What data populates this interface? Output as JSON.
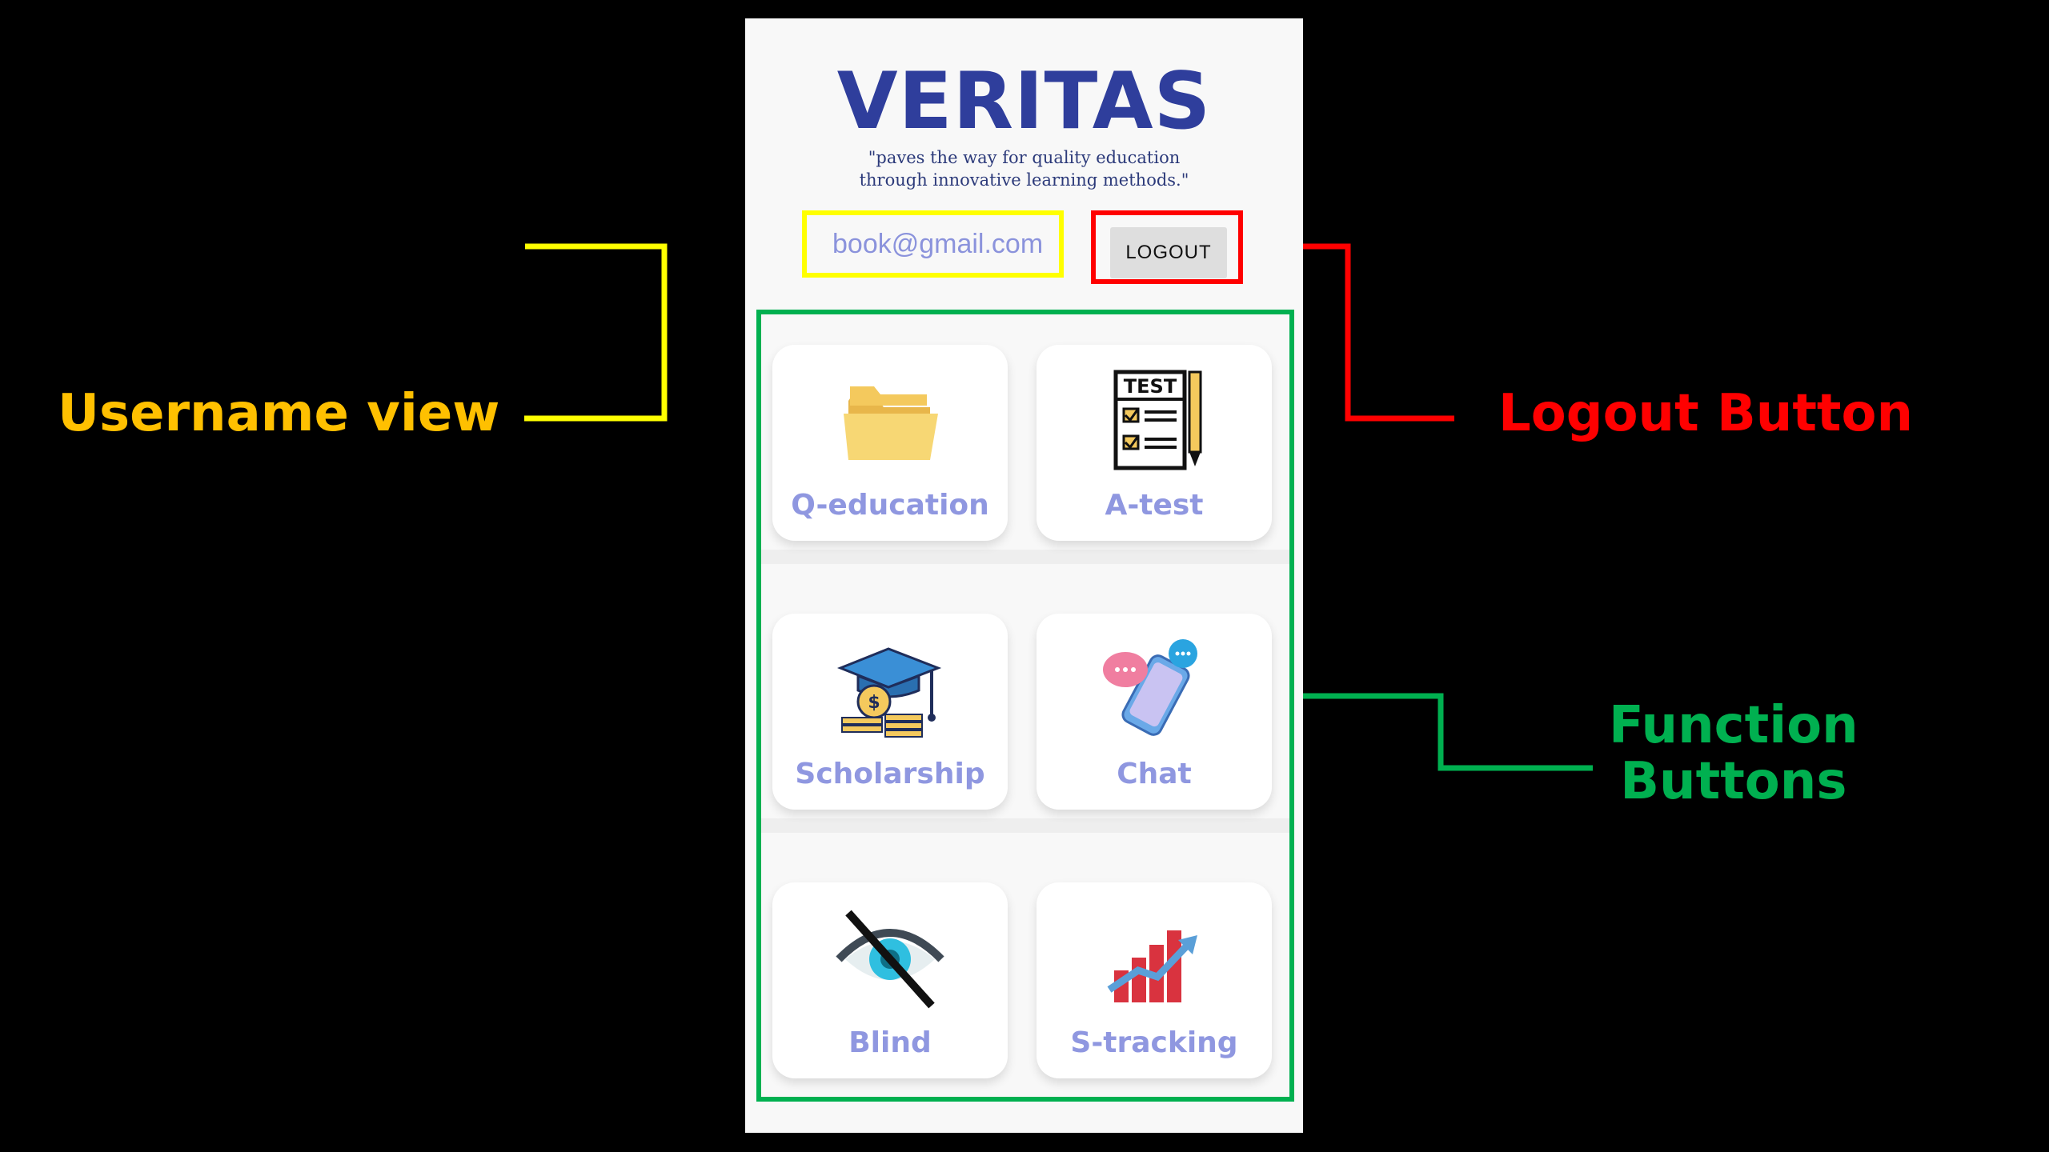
{
  "app": {
    "logo": "VERITAS",
    "tagline_line1": "\"paves the way for quality education",
    "tagline_line2": "through innovative learning methods.\""
  },
  "user": {
    "username": "book@gmail.com",
    "logout_label": "LOGOUT"
  },
  "functions": [
    {
      "label": "Q-education",
      "icon": "folder-icon"
    },
    {
      "label": "A-test",
      "icon": "test-checklist-icon"
    },
    {
      "label": "Scholarship",
      "icon": "graduation-cap-coin-icon"
    },
    {
      "label": "Chat",
      "icon": "phone-chat-icon"
    },
    {
      "label": "Blind",
      "icon": "eye-slash-icon"
    },
    {
      "label": "S-tracking",
      "icon": "growth-chart-icon"
    }
  ],
  "annotations": {
    "username_view": "Username view",
    "logout_button": "Logout Button",
    "function_buttons_line1": "Function",
    "function_buttons_line2": "Buttons"
  },
  "colors": {
    "username_highlight": "#ffff00",
    "logout_highlight": "#ff0000",
    "function_highlight": "#00b050",
    "username_callout": "#ffc000",
    "brand": "#2f3e9c",
    "tile_label": "#8f97e0"
  }
}
